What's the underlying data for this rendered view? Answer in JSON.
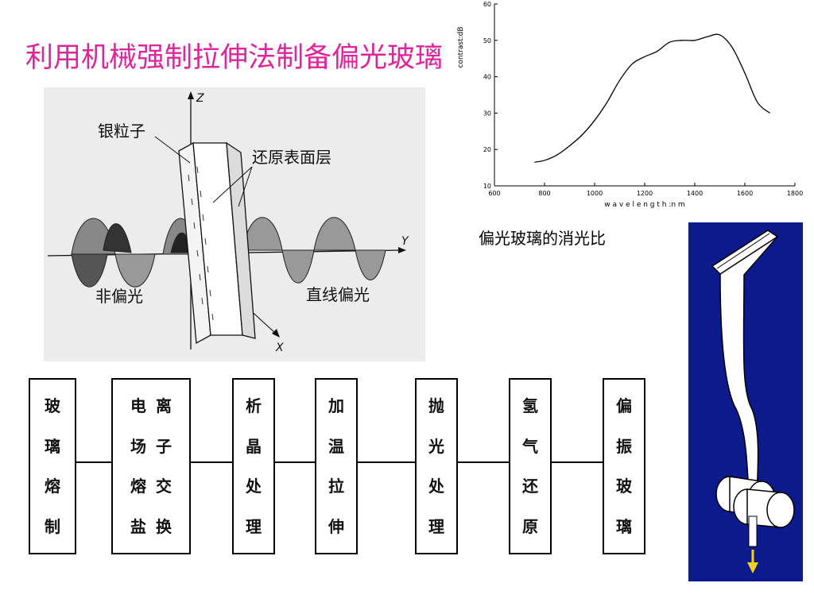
{
  "title": "利用机械强制拉伸法制备偏光玻璃",
  "diagram": {
    "labels": {
      "silver": "银粒子",
      "reduced_layer": "还原表面层",
      "unpolarized": "非偏光",
      "linear": "直线偏光",
      "z_axis": "Z",
      "y_axis": "Y",
      "x_axis": "X"
    }
  },
  "chart_data": {
    "type": "line",
    "title": "",
    "xlabel": "w a v e l e n g t h :n m",
    "ylabel": "contrast:dB",
    "xlim": [
      600,
      1800
    ],
    "ylim": [
      10,
      60
    ],
    "x_ticks": [
      "600",
      "800",
      "1000",
      "1200",
      "1400",
      "1600",
      "1800"
    ],
    "y_ticks": [
      "10",
      "20",
      "30",
      "40",
      "50",
      "60"
    ],
    "grid": false,
    "series": [
      {
        "x": [
          760,
          800,
          850,
          900,
          950,
          1000,
          1050,
          1100,
          1150,
          1200,
          1250,
          1300,
          1350,
          1400,
          1450,
          1500,
          1550,
          1600,
          1650,
          1700
        ],
        "y": [
          16.5,
          17,
          18.5,
          21,
          24,
          28,
          33,
          39,
          43.5,
          45.5,
          47,
          49.5,
          50,
          50,
          51,
          51.5,
          48,
          41,
          33,
          30
        ]
      }
    ]
  },
  "chart_caption": "偏光玻璃的消光比",
  "process": [
    {
      "columns": [
        [
          "玻",
          "璃",
          "熔",
          "制"
        ]
      ]
    },
    {
      "columns": [
        [
          "电",
          "场",
          "熔",
          "盐"
        ],
        [
          "离",
          "子",
          "交",
          "换"
        ]
      ]
    },
    {
      "columns": [
        [
          "析",
          "晶",
          "处",
          "理"
        ]
      ]
    },
    {
      "columns": [
        [
          "加",
          "温",
          "拉",
          "伸"
        ]
      ]
    },
    {
      "columns": [
        [
          "抛",
          "光",
          "处",
          "理"
        ]
      ]
    },
    {
      "columns": [
        [
          "氢",
          "气",
          "还",
          "原"
        ]
      ]
    },
    {
      "columns": [
        [
          "偏",
          "振",
          "玻",
          "璃"
        ]
      ]
    }
  ],
  "colors": {
    "title": "#e0249a",
    "drawing_background": "#0d1a8c",
    "arrow": "#f2d21a"
  }
}
